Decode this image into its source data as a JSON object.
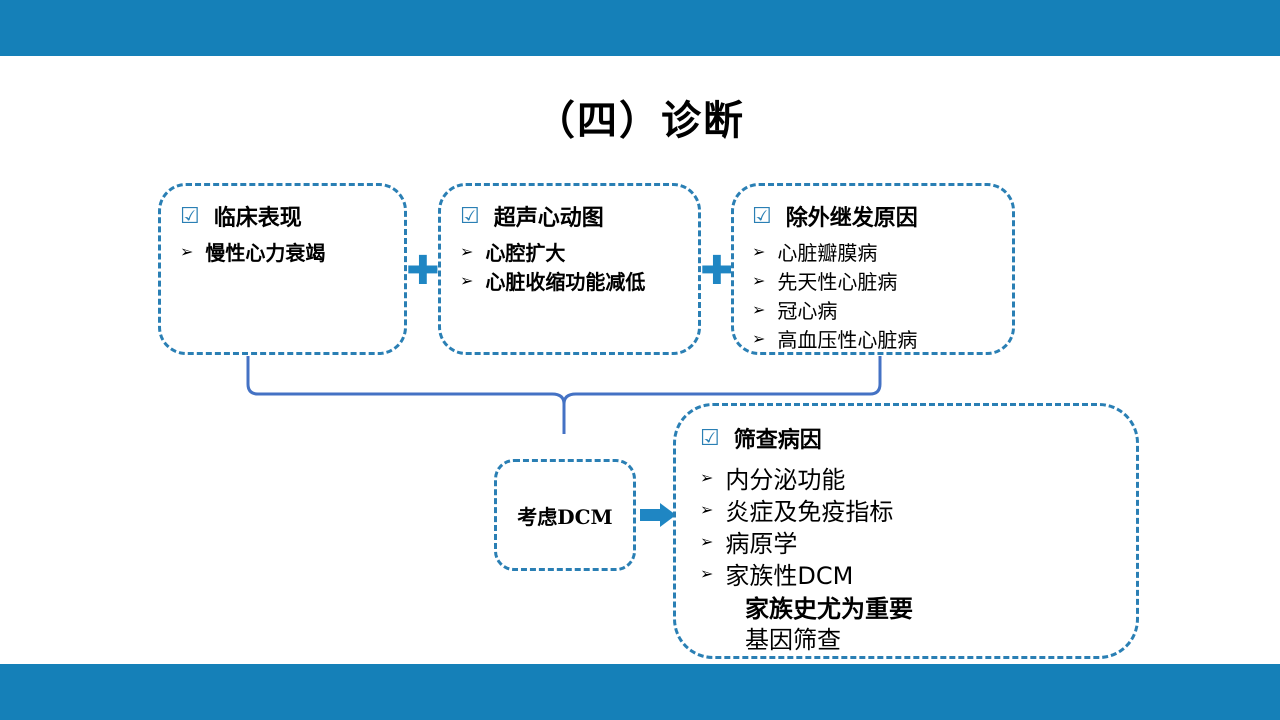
{
  "title": "（四）诊断",
  "check_glyph": "☑",
  "bullet_glyph": "➢",
  "plus_glyph": "✚",
  "colors": {
    "band": "#1580b8",
    "border": "#2a7fb4",
    "accent": "#1f86c3"
  },
  "boxes": {
    "clinical": {
      "heading": "临床表现",
      "items": [
        "慢性心力衰竭"
      ]
    },
    "echo": {
      "heading": "超声心动图",
      "items": [
        "心腔扩大",
        "心脏收缩功能减低"
      ]
    },
    "exclude": {
      "heading": "除外继发原因",
      "items": [
        "心脏瓣膜病",
        "先天性心脏病",
        "冠心病",
        "高血压性心脏病"
      ]
    },
    "consider": {
      "label": "考虑DCM"
    },
    "screen": {
      "heading": "筛查病因",
      "items": [
        "内分泌功能",
        "炎症及免疫指标",
        "病原学",
        "家族性DCM"
      ],
      "sub_bold": "家族史尤为重要",
      "sub_plain": "基因筛查"
    }
  }
}
